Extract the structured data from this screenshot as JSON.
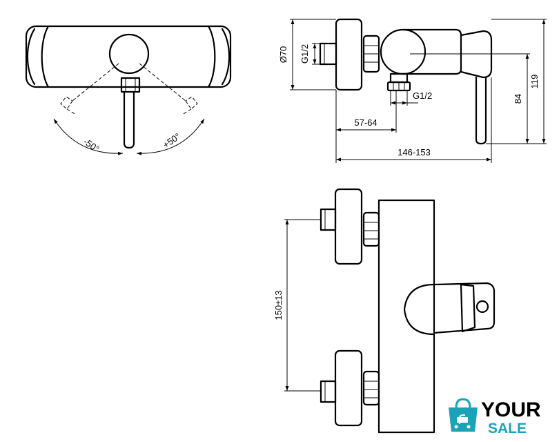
{
  "dimensions": {
    "angle_left": "-50°",
    "angle_right": "+50°",
    "diameter": "Ø70",
    "thread_inlet": "G1/2",
    "thread_outlet": "G1/2",
    "height_84": "84",
    "height_119": "119",
    "depth_57_64": "57-64",
    "depth_146_153": "146-153",
    "spacing_150": "150±13"
  },
  "logo": {
    "word_top": "YOUR",
    "word_bottom": "SALE",
    "colors": {
      "accent": "#1aa3b8",
      "text": "#000000"
    },
    "icon": "shopping-bag-icon"
  }
}
